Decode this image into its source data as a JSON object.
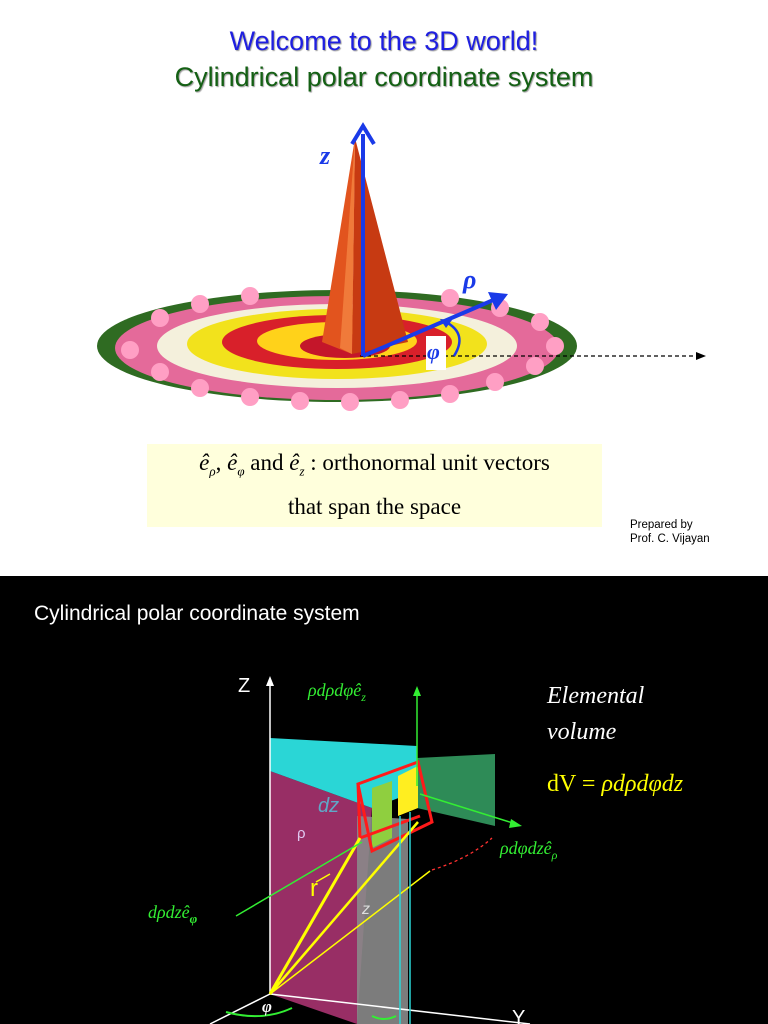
{
  "slide1": {
    "title_line1": "Welcome to the 3D world!",
    "title_line2": "Cylindrical polar coordinate system",
    "axis_z": "z",
    "axis_rho": "ρ",
    "angle_phi": "φ",
    "note_e": "ê",
    "note_sub_rho": "ρ",
    "note_sub_phi": "φ",
    "note_sub_z": "z",
    "note_sep": ",",
    "note_and": "and",
    "note_rest": ":  orthonormal unit vectors",
    "note_line2": "that span the space",
    "credit_line1": "Prepared by",
    "credit_line2": "Prof. C. Vijayan"
  },
  "slide2": {
    "title": "Cylindrical polar coordinate system",
    "axis_z": "Z",
    "axis_y": "Y",
    "label_top": "ρdρdφê",
    "label_top_sub": "z",
    "label_right": "ρdφdzê",
    "label_right_sub": "ρ",
    "label_left": "dρdzê",
    "label_left_sub": "φ",
    "label_dz": "dz",
    "label_rho": "ρ",
    "label_r": "r",
    "label_z": "z",
    "label_phi": "φ",
    "elemental_line1": "Elemental",
    "elemental_line2": "volume",
    "dv_left": "dV",
    "dv_eq": " = ",
    "dv_right": "ρdρdφdz"
  },
  "colors": {
    "title_blue": "#1f1fe0",
    "title_green": "#146014",
    "axis_blue": "#1a3ae8",
    "label_green": "#33ee33",
    "yellow": "#ffff00",
    "cyan_face": "#2ad6d6",
    "magenta_face": "#a0306a",
    "green_face": "#2e8b57",
    "red_edge": "#ff1a1a"
  }
}
